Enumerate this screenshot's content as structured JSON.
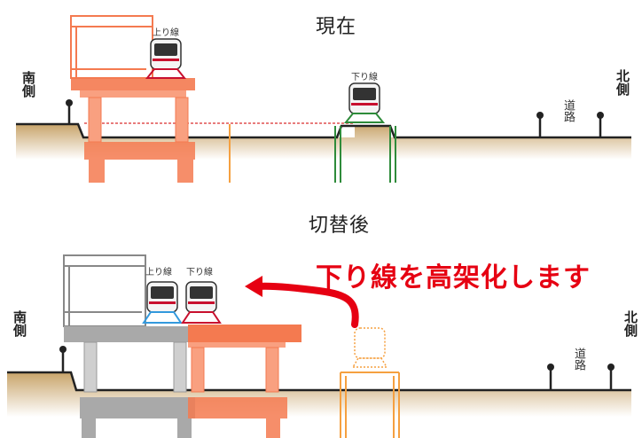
{
  "current": {
    "title": "現在",
    "south_label": "南側",
    "north_label": "北側",
    "road_label": "道路",
    "up_line_label": "上り線",
    "down_line_label": "下り線"
  },
  "after": {
    "title": "切替後",
    "south_label": "南側",
    "north_label": "北側",
    "road_label": "道路",
    "up_line_label": "上り線",
    "down_line_label": "下り線",
    "callout": "下り線を高架化します"
  },
  "colors": {
    "ground": "#c8a46a",
    "viaduct_orange": "#f47a50",
    "viaduct_gray": "#a9a9a9",
    "up_line_red": "#c8102e",
    "down_line_green": "#2e8b3a",
    "down_line_blue": "#3399dd",
    "temporary_orange": "#f5a040",
    "arrow_red": "#e60012"
  }
}
